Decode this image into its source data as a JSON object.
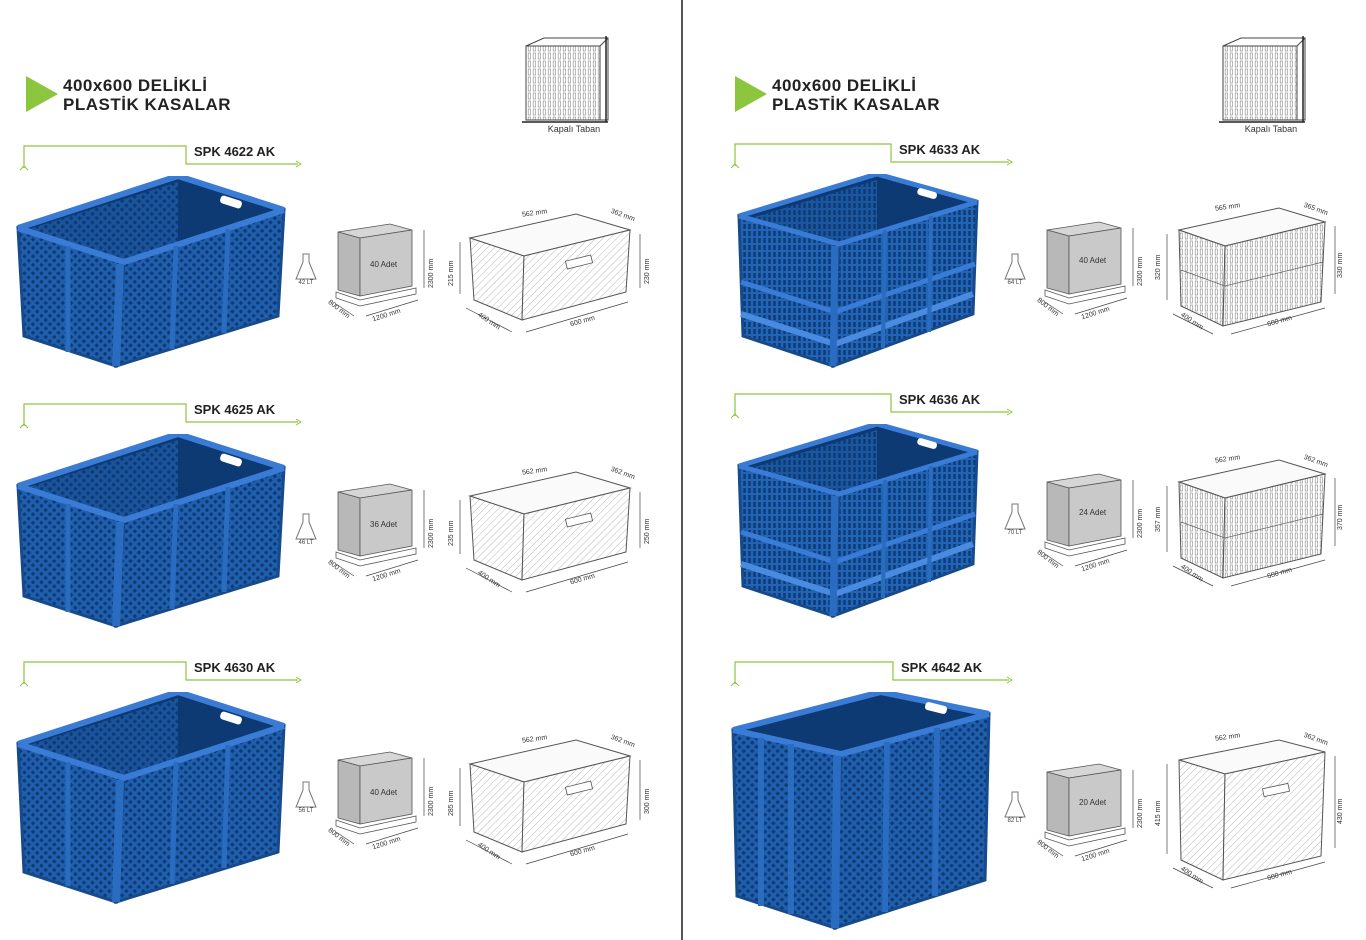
{
  "pages": [
    {
      "title_line1": "400x600 DELİKLİ",
      "title_line2": "PLASTİK KASALAR",
      "closed_base_label": "Kapalı Taban",
      "products": [
        {
          "code": "SPK 4622 AK",
          "volume": "42 LT",
          "pallet_count": "40 Adet",
          "pallet_height": "2300 mm",
          "pallet_depth": "800 mm",
          "pallet_width": "1200 mm",
          "inner_length": "562 mm",
          "inner_width": "362 mm",
          "inner_height": "215 mm",
          "outer_height": "230 mm",
          "outer_width": "400 mm",
          "outer_length": "600 mm"
        },
        {
          "code": "SPK 4625 AK",
          "volume": "46 LT",
          "pallet_count": "36 Adet",
          "pallet_height": "2300 mm",
          "pallet_depth": "800 mm",
          "pallet_width": "1200 mm",
          "inner_length": "562 mm",
          "inner_width": "362 mm",
          "inner_height": "235 mm",
          "outer_height": "250 mm",
          "outer_width": "400 mm",
          "outer_length": "600 mm"
        },
        {
          "code": "SPK 4630 AK",
          "volume": "56 LT",
          "pallet_count": "40 Adet",
          "pallet_height": "2300 mm",
          "pallet_depth": "800 mm",
          "pallet_width": "1200 mm",
          "inner_length": "562 mm",
          "inner_width": "362 mm",
          "inner_height": "285 mm",
          "outer_height": "300 mm",
          "outer_width": "400 mm",
          "outer_length": "600 mm"
        }
      ]
    },
    {
      "title_line1": "400x600 DELİKLİ",
      "title_line2": "PLASTİK KASALAR",
      "closed_base_label": "Kapalı Taban",
      "products": [
        {
          "code": "SPK 4633 AK",
          "volume": "64 LT",
          "pallet_count": "40 Adet",
          "pallet_height": "2300 mm",
          "pallet_depth": "800 mm",
          "pallet_width": "1200 mm",
          "inner_length": "565 mm",
          "inner_width": "365 mm",
          "inner_height": "320 mm",
          "outer_height": "330 mm",
          "outer_width": "400 mm",
          "outer_length": "600 mm"
        },
        {
          "code": "SPK 4636 AK",
          "volume": "70 LT",
          "pallet_count": "24 Adet",
          "pallet_height": "2300 mm",
          "pallet_depth": "800 mm",
          "pallet_width": "1200 mm",
          "inner_length": "562 mm",
          "inner_width": "362 mm",
          "inner_height": "357 mm",
          "outer_height": "370 mm",
          "outer_width": "400 mm",
          "outer_length": "600 mm"
        },
        {
          "code": "SPK 4642 AK",
          "volume": "82 LT",
          "pallet_count": "20 Adet",
          "pallet_height": "2300 mm",
          "pallet_depth": "800 mm",
          "pallet_width": "1200 mm",
          "inner_length": "562 mm",
          "inner_width": "362 mm",
          "inner_height": "415 mm",
          "outer_height": "430 mm",
          "outer_width": "400 mm",
          "outer_length": "600 mm"
        }
      ]
    }
  ],
  "colors": {
    "accent": "#8cc63f",
    "crate": "#1f5fae",
    "crate_dark": "#174a8a",
    "crate_light": "#3a7bd5"
  }
}
